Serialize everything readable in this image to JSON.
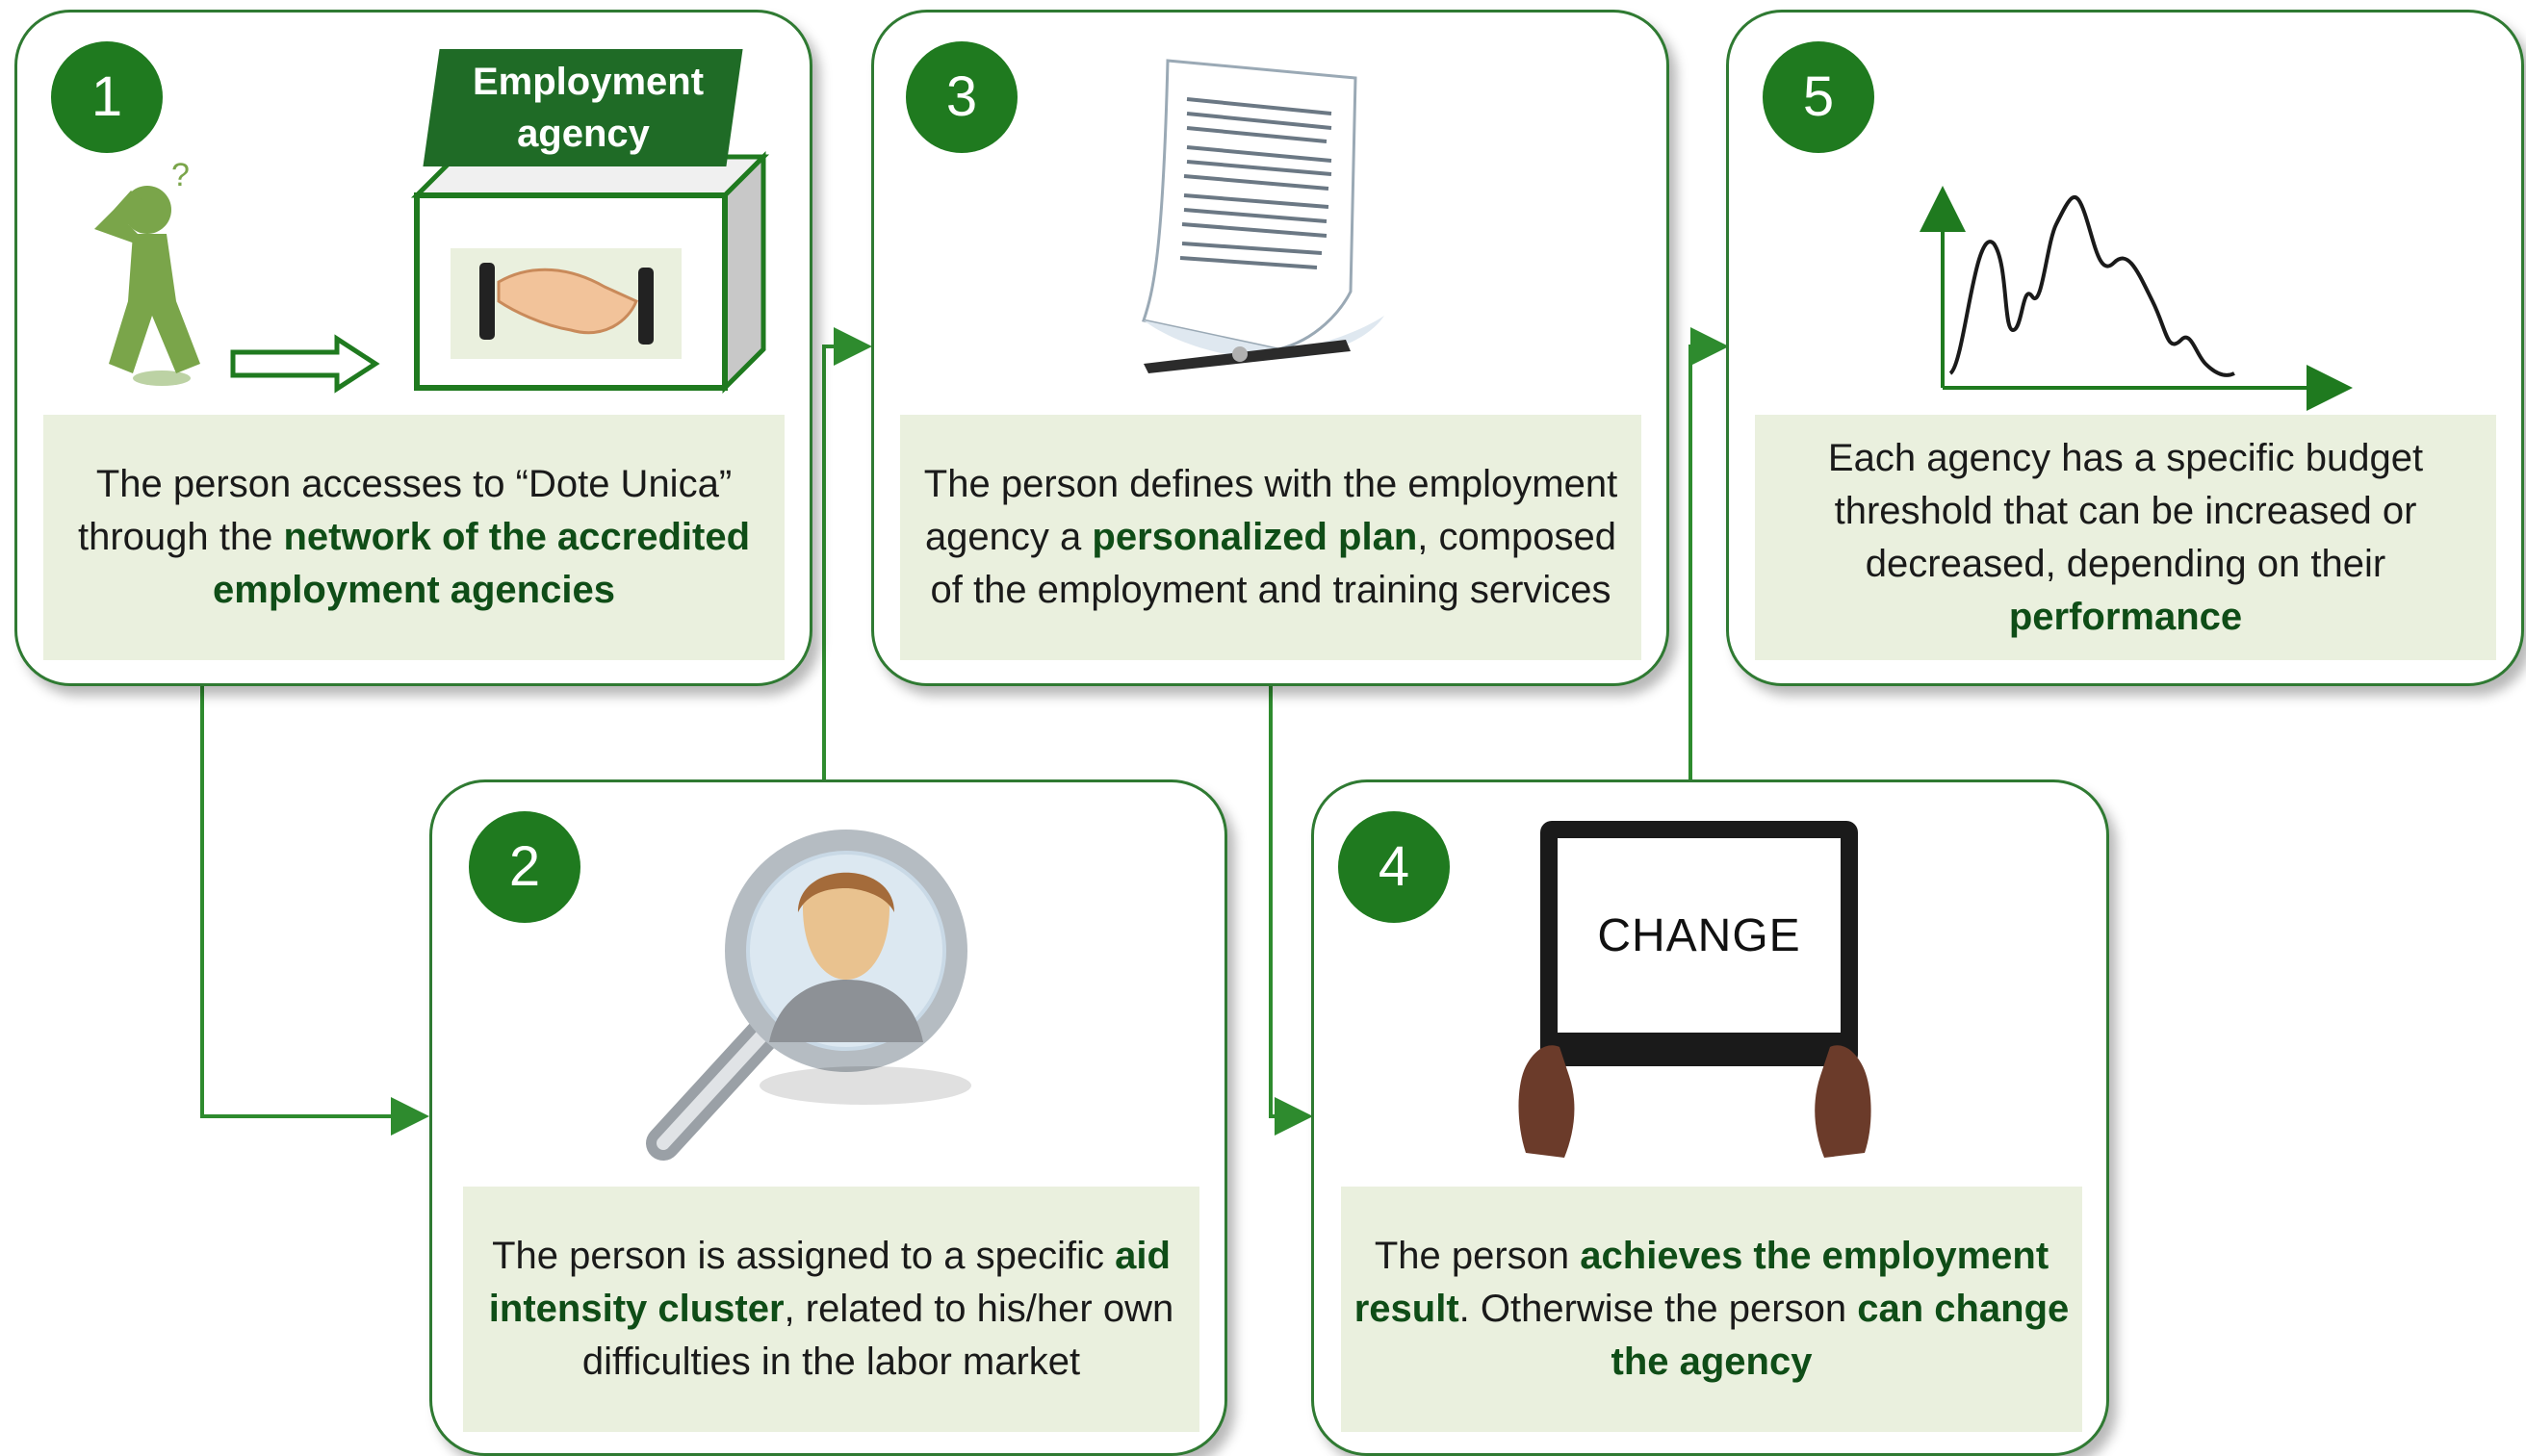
{
  "steps": [
    {
      "number": "1",
      "icon": "thinking-person-icon",
      "text": [
        "The person accesses to “Dote Unica” through the ",
        "network of the accredited employment agencies",
        ""
      ]
    },
    {
      "number": "2",
      "icon": "magnifier-person-icon",
      "text": [
        "The person is assigned to a specific ",
        "aid intensity cluster",
        ", related to his/her own difficulties in the labor market"
      ]
    },
    {
      "number": "3",
      "icon": "document-pen-icon",
      "text": [
        "The person defines with the employment agency a ",
        "personalized plan",
        ", composed of the employment and training services"
      ]
    },
    {
      "number": "4",
      "icon": "change-sign-icon",
      "text": [
        "The person ",
        "achieves the employment result",
        ". Otherwise the person ",
        "can change the agency",
        ""
      ]
    },
    {
      "number": "5",
      "icon": "performance-chart-icon",
      "text": [
        "Each agency has a specific budget threshold that can be increased or decreased, depending on their ",
        "performance",
        ""
      ]
    }
  ],
  "agency_box": {
    "label": "Employment agency"
  },
  "change_sign": {
    "label": "CHANGE"
  },
  "colors": {
    "green": "#1f7a1f",
    "panel": "#eaf0de",
    "border": "#2f7a32"
  }
}
